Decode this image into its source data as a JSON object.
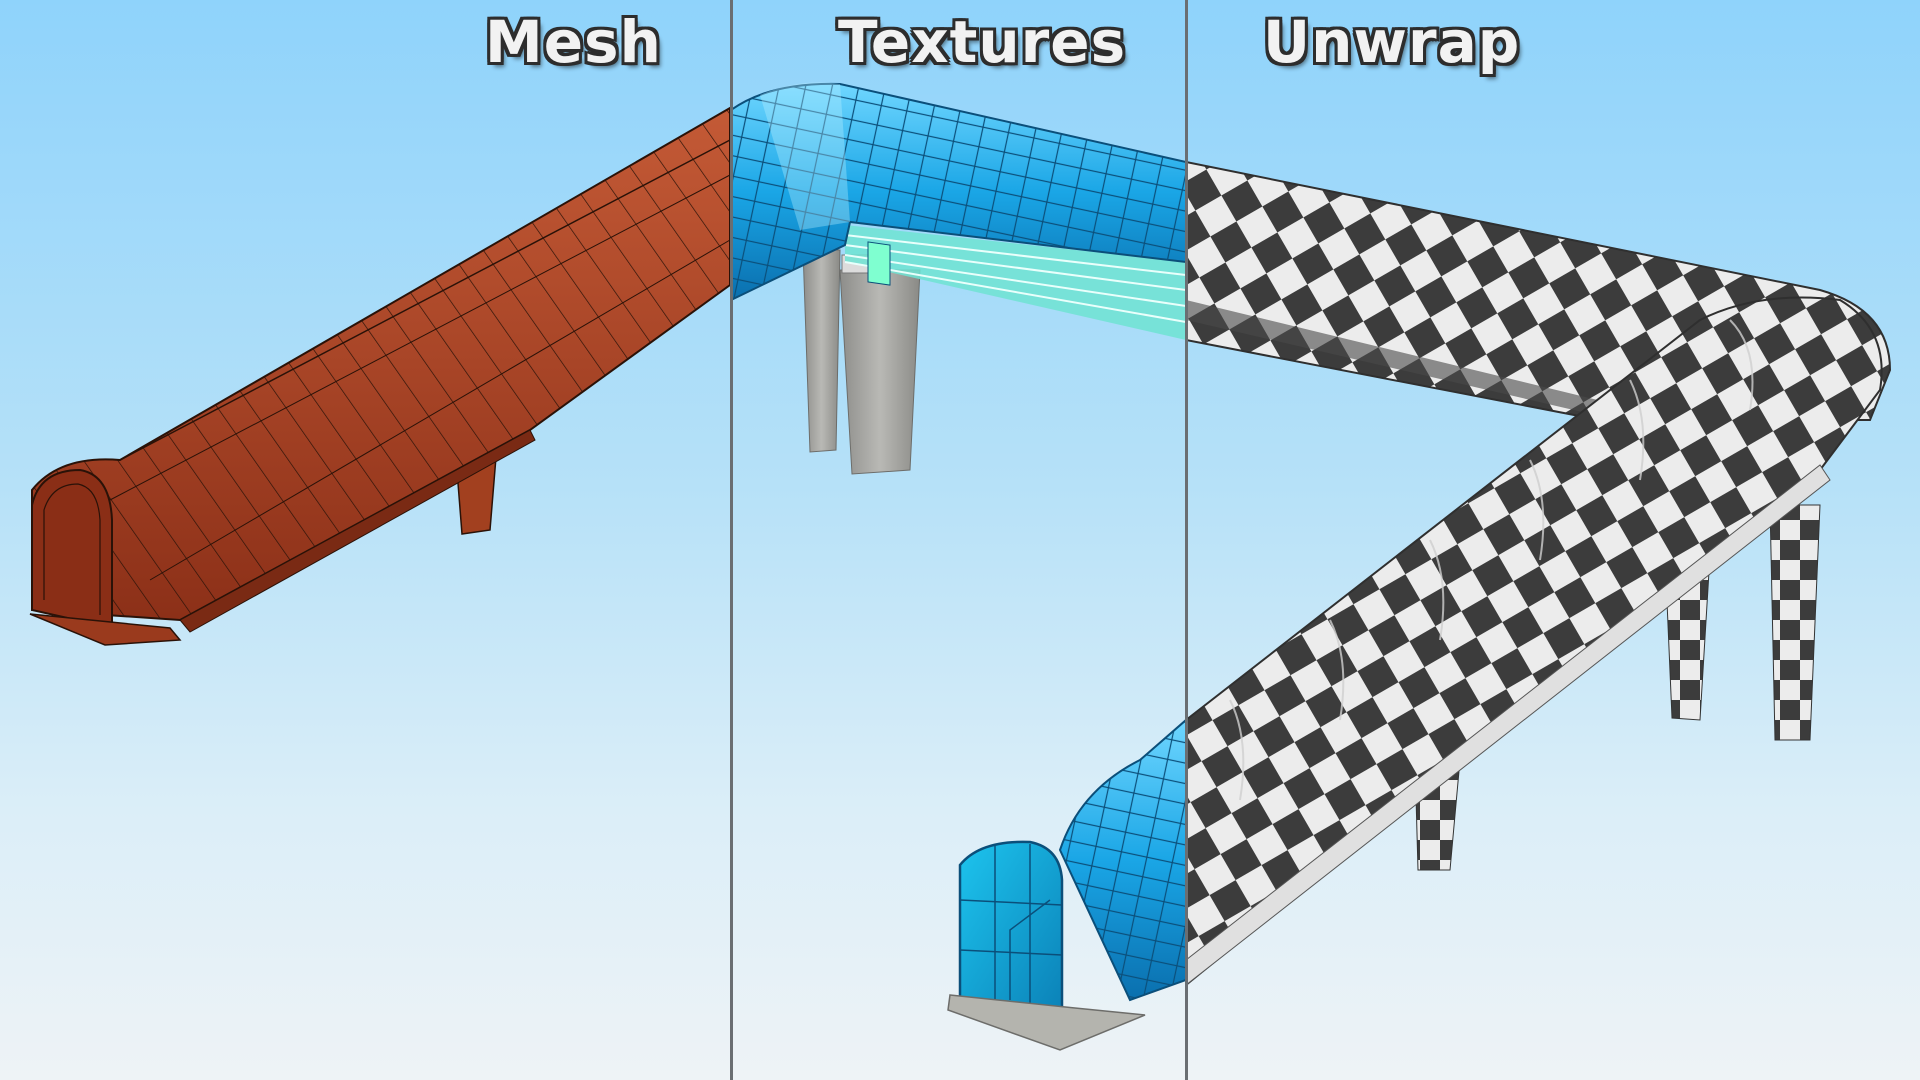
{
  "panels": [
    {
      "id": "mesh",
      "label": "Mesh"
    },
    {
      "id": "textures",
      "label": "Textures"
    },
    {
      "id": "unwrap",
      "label": "Unwrap"
    }
  ],
  "colors": {
    "sky_top": "#8fd3fb",
    "sky_bottom": "#eef3f6",
    "mesh_orange": "#b5492b",
    "wire_dark": "#2a1208",
    "glass_blue": "#1aa6e6",
    "glass_cyan": "#22d1f0",
    "concrete_gray": "#a9a9a6",
    "checker_dark": "#3c3c3c",
    "checker_light": "#ececec",
    "divider_gray": "#6a6e72"
  }
}
